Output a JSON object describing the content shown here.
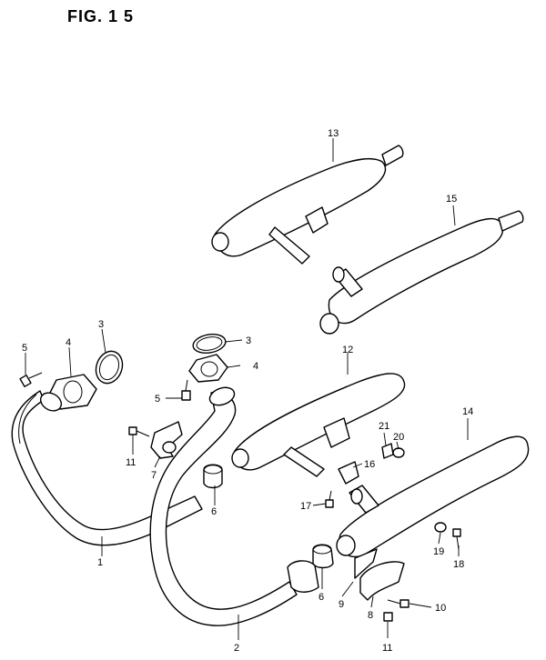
{
  "figure": {
    "title": "FIG. 1 5"
  },
  "parts": [
    {
      "id": "1",
      "label": "1"
    },
    {
      "id": "2",
      "label": "2"
    },
    {
      "id": "3a",
      "label": "3"
    },
    {
      "id": "3b",
      "label": "3"
    },
    {
      "id": "4a",
      "label": "4"
    },
    {
      "id": "4b",
      "label": "4"
    },
    {
      "id": "5a",
      "label": "5"
    },
    {
      "id": "5b",
      "label": "5"
    },
    {
      "id": "6a",
      "label": "6"
    },
    {
      "id": "6b",
      "label": "6"
    },
    {
      "id": "7",
      "label": "7"
    },
    {
      "id": "8",
      "label": "8"
    },
    {
      "id": "9",
      "label": "9"
    },
    {
      "id": "10",
      "label": "10"
    },
    {
      "id": "11a",
      "label": "11"
    },
    {
      "id": "11b",
      "label": "11"
    },
    {
      "id": "12",
      "label": "12"
    },
    {
      "id": "13",
      "label": "13"
    },
    {
      "id": "14",
      "label": "14"
    },
    {
      "id": "15",
      "label": "15"
    },
    {
      "id": "16",
      "label": "16"
    },
    {
      "id": "17",
      "label": "17"
    },
    {
      "id": "18",
      "label": "18"
    },
    {
      "id": "19",
      "label": "19"
    },
    {
      "id": "20",
      "label": "20"
    },
    {
      "id": "21",
      "label": "21"
    }
  ]
}
